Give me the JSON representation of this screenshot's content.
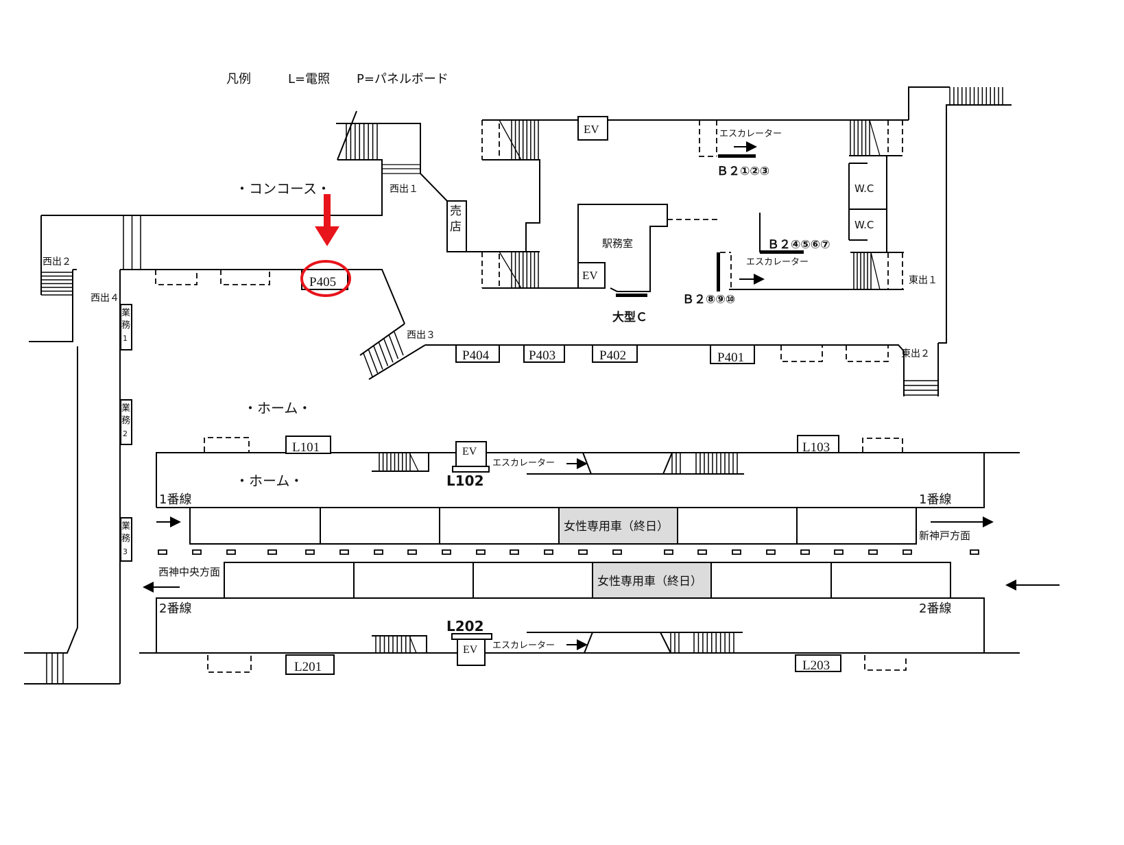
{
  "legend": {
    "title": "凡例",
    "light": "L=電照",
    "panel": "P=パネルボード"
  },
  "areas": {
    "concourse": "・コンコース・",
    "home_upper": "・ホーム・",
    "home_lower": "・ホーム・"
  },
  "exits": {
    "west1": "西出１",
    "west2": "西出２",
    "west3": "西出３",
    "west4": "西出４",
    "east1": "東出１",
    "east2": "東出２"
  },
  "facilities": {
    "kiosk": [
      "売",
      "店"
    ],
    "station_office": "駅務室",
    "ev": "EV",
    "wc": "W.C",
    "escalator": "エスカレーター",
    "office1": [
      "業",
      "務",
      "1"
    ],
    "office2": [
      "業",
      "務",
      "2"
    ],
    "office3": [
      "業",
      "務",
      "3"
    ],
    "large_c": "大型Ｃ"
  },
  "boards": {
    "b2_123": "Ｂ２①②③",
    "b2_4567": "Ｂ２④⑤⑥⑦",
    "b2_8910": "Ｂ２⑧⑨⑩"
  },
  "panels": {
    "p401": "P401",
    "p402": "P402",
    "p403": "P403",
    "p404": "P404",
    "p405": "P405"
  },
  "lights": {
    "l101": "L101",
    "l102": "L102",
    "l103": "L103",
    "l201": "L201",
    "l202": "L202",
    "l203": "L203"
  },
  "tracks": {
    "track1": "1番線",
    "track2": "2番線",
    "women_car": "女性専用車（終日）",
    "dir_east": "新神戸方面",
    "dir_west": "西神中央方面"
  },
  "highlight": {
    "target": "P405",
    "color": "#e8141b"
  }
}
